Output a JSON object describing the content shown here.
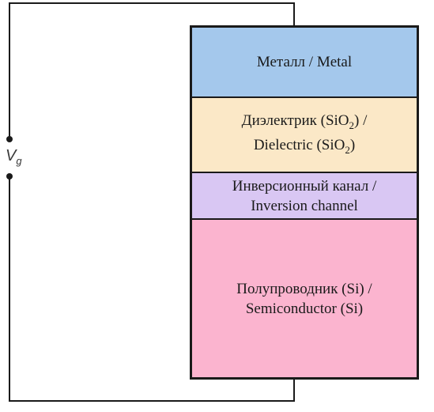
{
  "colors": {
    "metal": "#a4c8ec",
    "dielectric": "#fbe8c7",
    "channel": "#d9c7f3",
    "semiconductor": "#fbb4cf",
    "wire": "#1a1a1a"
  },
  "source": {
    "symbol": "V",
    "subscript": "g"
  },
  "layers": [
    {
      "id": "metal",
      "lines": [
        {
          "text": "Металл / Metal"
        }
      ]
    },
    {
      "id": "dielectric",
      "lines": [
        {
          "text": "Диэлектрик (SiO",
          "sub": "2",
          "tail": ") /"
        },
        {
          "text": "Dielectric (SiO",
          "sub": "2",
          "tail": ")"
        }
      ]
    },
    {
      "id": "channel",
      "lines": [
        {
          "text": "Инверсионный канал /"
        },
        {
          "text": "Inversion channel"
        }
      ]
    },
    {
      "id": "semiconductor",
      "lines": [
        {
          "text": "Полупроводник (Si) /"
        },
        {
          "text": "Semiconductor (Si)"
        }
      ]
    }
  ]
}
